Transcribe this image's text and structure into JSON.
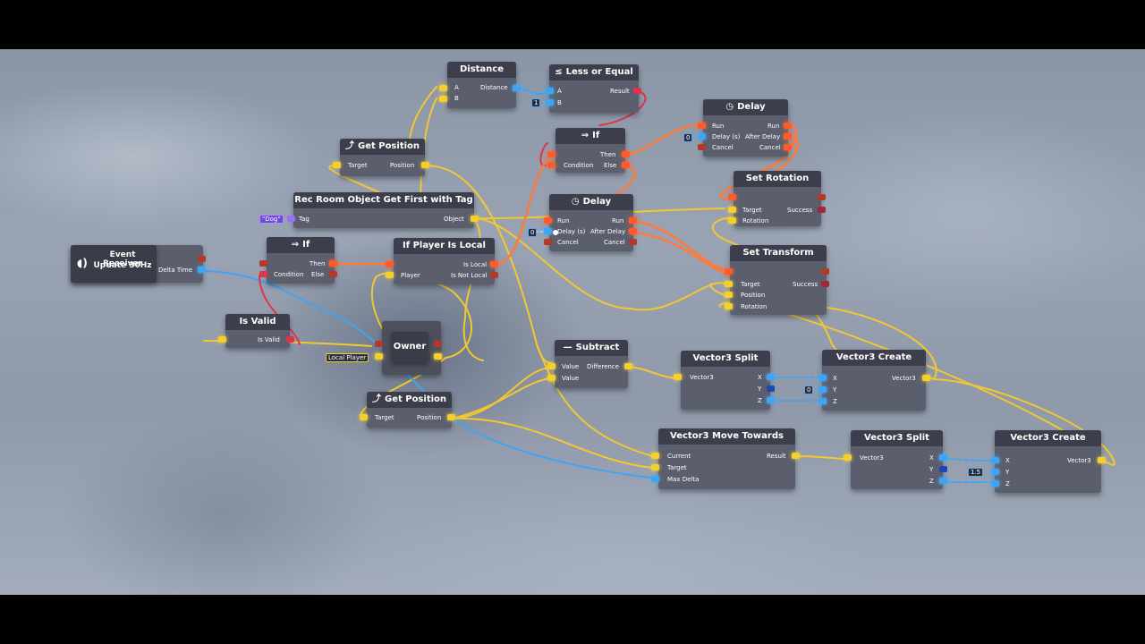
{
  "nodes": {
    "distance": {
      "title": "Distance",
      "inputs": [
        "A",
        "B"
      ],
      "output": "Distance"
    },
    "less_or_equal": {
      "title": "Less or Equal",
      "icon": "≤",
      "inputs": [
        "A",
        "B"
      ],
      "output": "Result",
      "b_value": "1"
    },
    "get_position_top": {
      "title": "Get Position",
      "input": "Target",
      "output": "Position"
    },
    "rec_room_object": {
      "title": "Rec Room Object Get First with Tag",
      "input": "Tag",
      "output": "Object",
      "tag_value": "\"Dog\""
    },
    "if_top": {
      "title": "If",
      "outputs": [
        "Then",
        "Else"
      ],
      "input": "Condition"
    },
    "delay_top": {
      "title": "Delay",
      "inputs": [
        "Run",
        "Delay (s)",
        "Cancel"
      ],
      "outputs": [
        "Run",
        "After Delay",
        "Cancel"
      ],
      "delay_value": "0"
    },
    "delay_mid": {
      "title": "Delay",
      "inputs": [
        "Run",
        "Delay (s)",
        "Cancel"
      ],
      "outputs": [
        "Run",
        "After Delay",
        "Cancel"
      ],
      "delay_value": "0"
    },
    "set_rotation": {
      "title": "Set Rotation",
      "inputs": [
        "Target",
        "Rotation"
      ],
      "output": "Success"
    },
    "set_transform": {
      "title": "Set Transform",
      "inputs": [
        "Target",
        "Position",
        "Rotation"
      ],
      "output": "Success"
    },
    "event_receiver": {
      "title_line1": "Event Receiver",
      "title_line2": "Update 30Hz",
      "output": "Delta Time"
    },
    "if_left": {
      "title": "If",
      "outputs": [
        "Then",
        "Else"
      ],
      "input": "Condition"
    },
    "if_player_is_local": {
      "title": "If Player Is Local",
      "input": "Player",
      "outputs": [
        "Is Local",
        "Is Not Local"
      ]
    },
    "is_valid": {
      "title": "Is Valid",
      "output": "Is Valid"
    },
    "owner": {
      "title": "Owner",
      "chip": "Local Player"
    },
    "subtract": {
      "title": "Subtract",
      "icon": "—",
      "inputs": [
        "Value",
        "Value"
      ],
      "output": "Difference"
    },
    "vector3_split_top": {
      "title": "Vector3 Split",
      "input": "Vector3",
      "outputs": [
        "X",
        "Y",
        "Z"
      ]
    },
    "vector3_create_top": {
      "title": "Vector3 Create",
      "inputs": [
        "X",
        "Y",
        "Z"
      ],
      "output": "Vector3",
      "y_value": "0"
    },
    "get_position_bottom": {
      "title": "Get Position",
      "input": "Target",
      "output": "Position"
    },
    "vector3_move_towards": {
      "title": "Vector3 Move Towards",
      "inputs": [
        "Current",
        "Target",
        "Max Delta"
      ],
      "output": "Result"
    },
    "vector3_split_bottom": {
      "title": "Vector3 Split",
      "input": "Vector3",
      "outputs": [
        "X",
        "Y",
        "Z"
      ]
    },
    "vector3_create_bottom": {
      "title": "Vector3 Create",
      "inputs": [
        "X",
        "Y",
        "Z"
      ],
      "output": "Vector3",
      "y_value": "1.5"
    }
  },
  "colors": {
    "exec": "#ff5a2a",
    "vector": "#f4cf2e",
    "float": "#3ea5f4",
    "bool": "#e0344a",
    "node_body": "#5b5e6c",
    "node_header": "#3c3f4b"
  }
}
